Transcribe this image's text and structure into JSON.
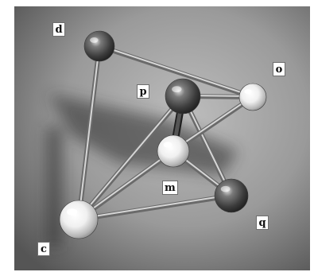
{
  "labels": {
    "d": "d",
    "o": "o",
    "p": "p",
    "m": "m",
    "q": "q",
    "c": "c"
  },
  "atoms": {
    "d": {
      "color": "dark"
    },
    "o": {
      "color": "light"
    },
    "p": {
      "color": "dark"
    },
    "m": {
      "color": "light"
    },
    "q": {
      "color": "dark"
    },
    "c": {
      "color": "light"
    }
  },
  "bonds": [
    [
      "d",
      "o"
    ],
    [
      "d",
      "c"
    ],
    [
      "p",
      "o"
    ],
    [
      "p",
      "m"
    ],
    [
      "p",
      "c"
    ],
    [
      "p",
      "q"
    ],
    [
      "m",
      "o"
    ],
    [
      "m",
      "c"
    ],
    [
      "m",
      "q"
    ],
    [
      "q",
      "c"
    ]
  ],
  "colors": {
    "dark_atom": "#4f4f4f",
    "light_atom": "#f2f2f2",
    "background": "#8f8f8f"
  }
}
